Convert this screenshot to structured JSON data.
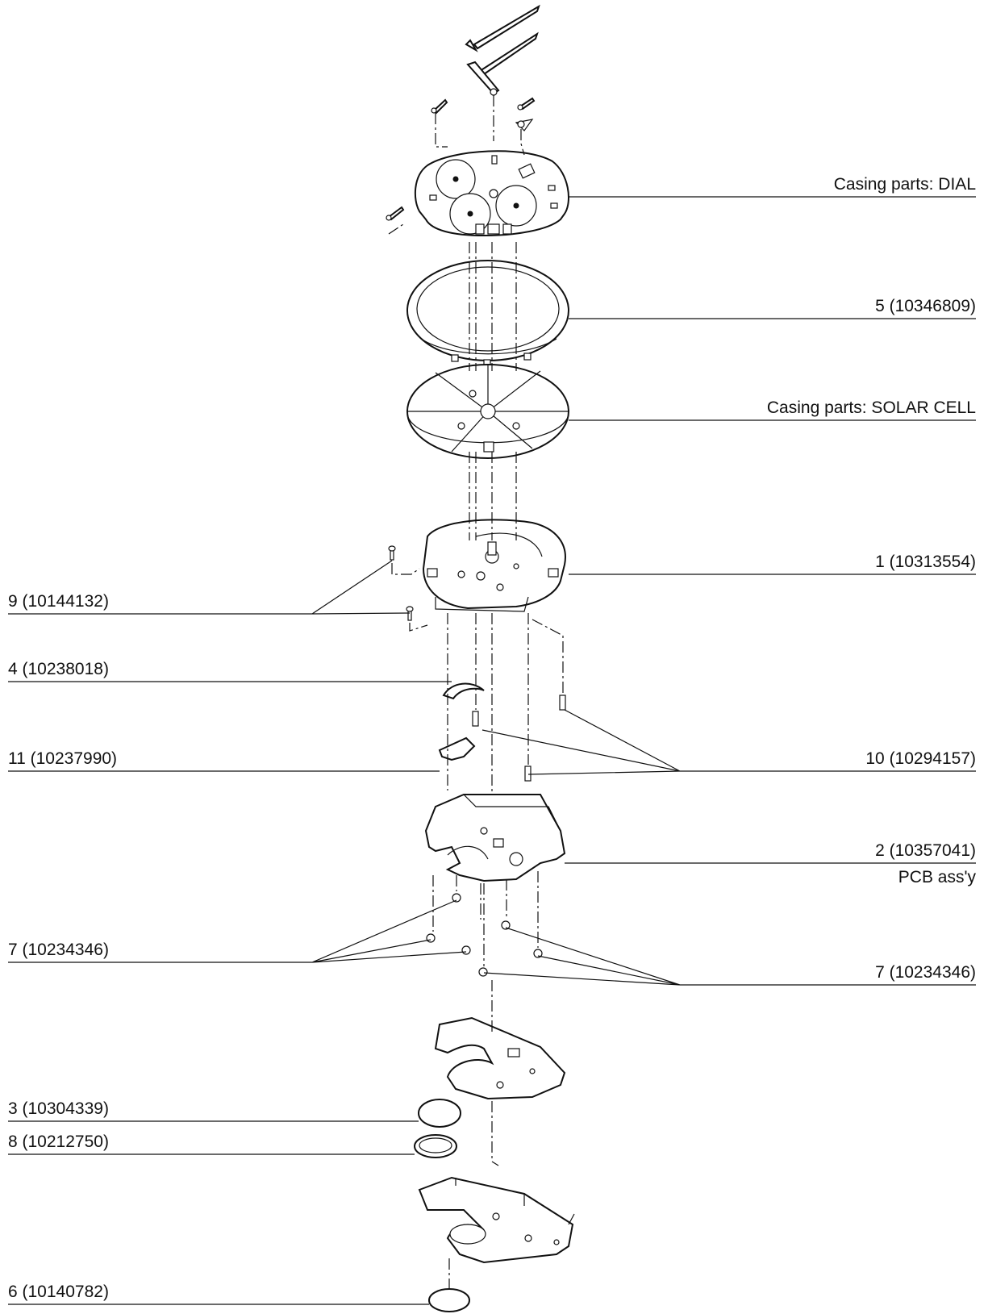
{
  "labels": {
    "dial": "Casing parts: DIAL",
    "p5": "5 (10346809)",
    "solar_cell": "Casing parts: SOLAR CELL",
    "p1": "1 (10313554)",
    "p9": "9 (10144132)",
    "p4": "4 (10238018)",
    "p11": "11 (10237990)",
    "p10": "10 (10294157)",
    "p2": "2 (10357041)",
    "pcb": "PCB ass'y",
    "p7_left": "7 (10234346)",
    "p7_right": "7 (10234346)",
    "p3": "3 (10304339)",
    "p8": "8 (10212750)",
    "p6": "6 (10140782)"
  },
  "colors": {
    "line": "#111111",
    "background": "#ffffff"
  }
}
